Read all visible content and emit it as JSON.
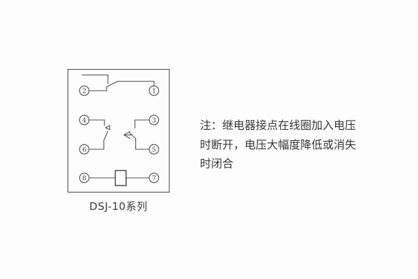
{
  "colors": {
    "line": "#4d4d4d",
    "text": "#383838",
    "background": "#fdfdfd"
  },
  "diagram": {
    "caption": "DSJ-10系列",
    "terminals": {
      "t1": "1",
      "t2": "2",
      "t3": "3",
      "t4": "4",
      "t5": "5",
      "t6": "6",
      "t7": "7",
      "t8": "8"
    }
  },
  "note": {
    "lines": [
      "注：继电器接点在线圈加入电压",
      "时断开，电压大幅度降低或消失",
      "时闭合"
    ]
  }
}
